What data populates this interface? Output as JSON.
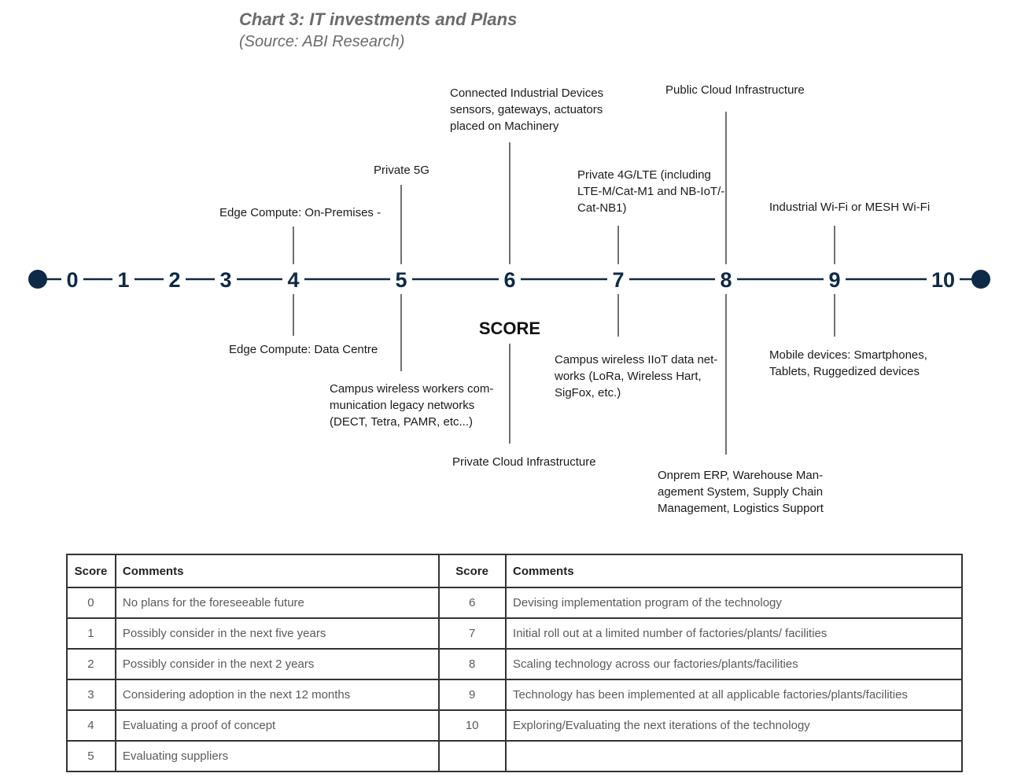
{
  "chart_data": {
    "type": "timeline",
    "title": "Chart 3: IT investments and Plans",
    "subtitle": "(Source: ABI Research)",
    "axis_label": "SCORE",
    "scale": [
      0,
      1,
      2,
      3,
      4,
      5,
      6,
      7,
      8,
      9,
      10
    ],
    "accent_color": "#0e2a47",
    "items": [
      {
        "score": 4,
        "side": "above",
        "lines": [
          "Edge Compute: On-Premises -"
        ]
      },
      {
        "score": 4,
        "side": "below",
        "lines": [
          "Edge Compute: Data Centre"
        ]
      },
      {
        "score": 5,
        "side": "above",
        "lines": [
          "Private 5G"
        ]
      },
      {
        "score": 5,
        "side": "below",
        "lines": [
          "Campus wireless workers com-",
          "munication legacy networks",
          "(DECT, Tetra, PAMR, etc...)"
        ]
      },
      {
        "score": 6,
        "side": "above",
        "lines": [
          "Connected Industrial Devices",
          "sensors, gateways, actuators",
          "placed on Machinery"
        ]
      },
      {
        "score": 6,
        "side": "below",
        "lines": [
          "Private Cloud Infrastructure"
        ]
      },
      {
        "score": 7,
        "side": "above",
        "lines": [
          "Private 4G/LTE (including",
          "LTE-M/Cat-M1 and NB-IoT/-",
          "Cat-NB1)"
        ]
      },
      {
        "score": 7,
        "side": "below",
        "lines": [
          "Campus wireless IIoT data net-",
          "works (LoRa, Wireless Hart,",
          "SigFox, etc.)"
        ]
      },
      {
        "score": 8,
        "side": "above",
        "lines": [
          "Public Cloud Infrastructure"
        ]
      },
      {
        "score": 8,
        "side": "below",
        "lines": [
          "Onprem ERP, Warehouse Man-",
          "agement System, Supply Chain",
          "Management, Logistics Support"
        ]
      },
      {
        "score": 9,
        "side": "above",
        "lines": [
          "Industrial Wi-Fi or MESH Wi-Fi"
        ]
      },
      {
        "score": 9,
        "side": "below",
        "lines": [
          "Mobile devices: Smartphones,",
          "Tablets, Ruggedized devices"
        ]
      }
    ]
  },
  "table": {
    "headers": [
      "Score",
      "Comments",
      "Score",
      "Comments"
    ],
    "rows": [
      [
        "0",
        "No plans for the foreseeable future",
        "6",
        "Devising implementation program of the technology"
      ],
      [
        "1",
        "Possibly consider in the next five years",
        "7",
        "Initial roll out at a limited number of factories/plants/ facilities"
      ],
      [
        "2",
        "Possibly consider in the next 2 years",
        "8",
        "Scaling technology across our factories/plants/facilities"
      ],
      [
        "3",
        "Considering adoption in the next 12 months",
        "9",
        "Technology has been implemented at all applicable factories/plants/facilities"
      ],
      [
        "4",
        "Evaluating a proof of concept",
        "10",
        "Exploring/Evaluating the next iterations of the technology"
      ],
      [
        "5",
        "Evaluating suppliers",
        "",
        ""
      ]
    ]
  }
}
